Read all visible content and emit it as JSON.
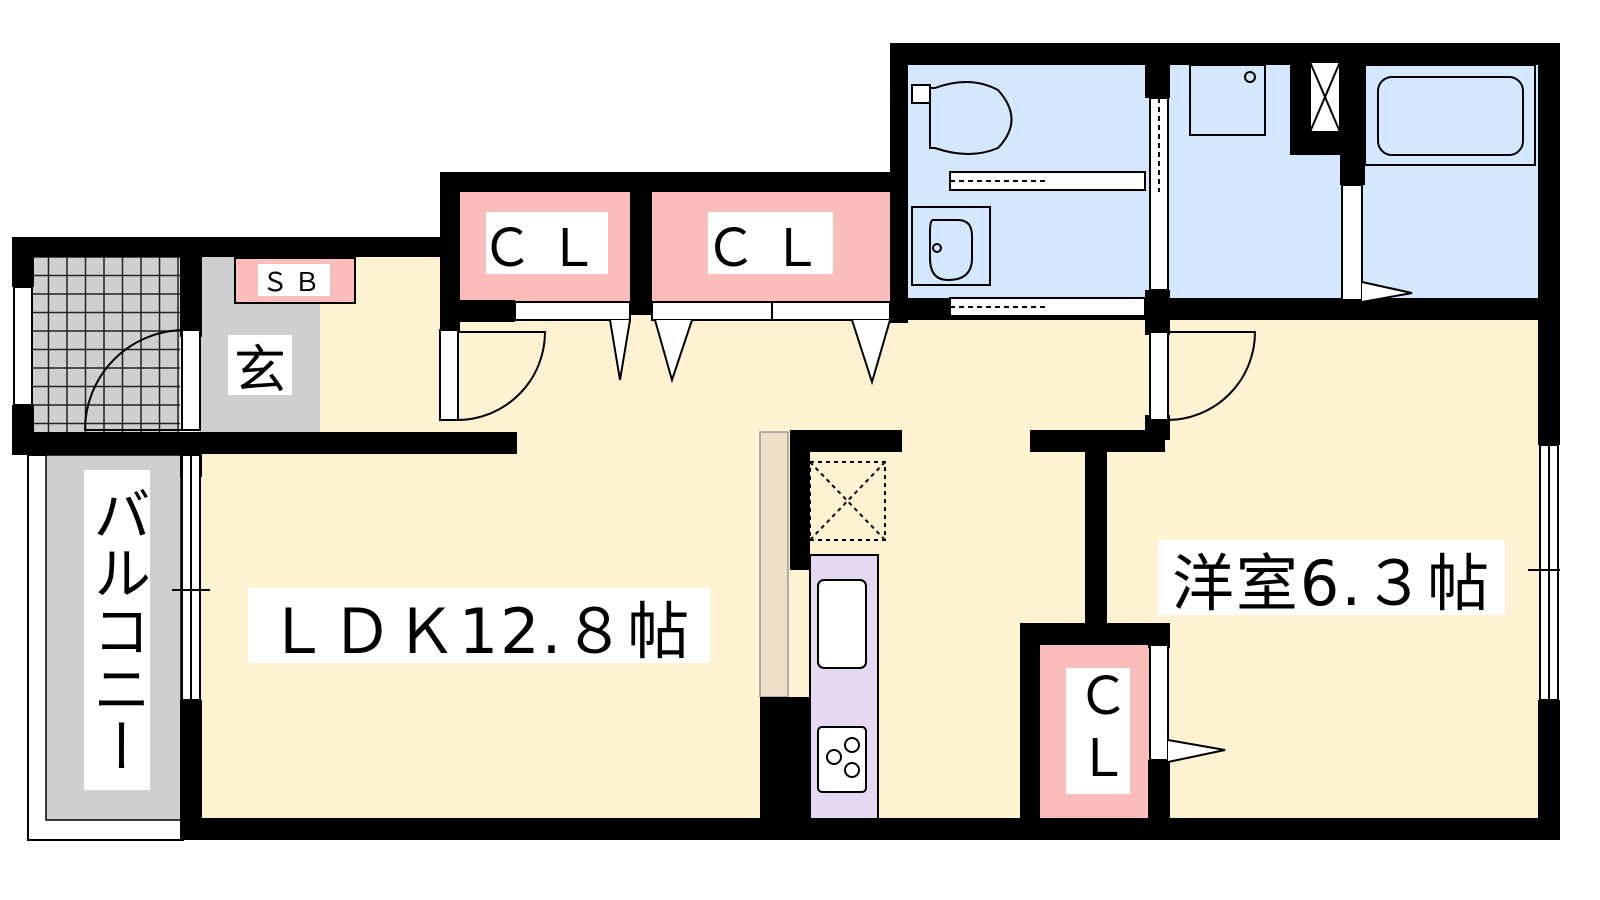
{
  "rooms": {
    "ldk": "ＬＤＫ12.８帖",
    "western": "洋室6.３帖",
    "closet_left": "ＣＬ",
    "closet_mid": "ＣＬ",
    "closet_bedroom": "ＣＬ",
    "entrance": "玄",
    "shoe_box": "ＳＢ",
    "balcony": "バルコニー"
  },
  "colors": {
    "living": "#fdf2d2",
    "closet": "#fbbcbc",
    "wet_area": "#d4e7fc",
    "kitchen": "#e6d7f2",
    "entrance": "#cfcfcf",
    "balcony": "#cfcfcf",
    "wall": "#000000"
  },
  "icons": [
    "toilet-icon",
    "washbasin-icon",
    "sink-icon",
    "stove-icon",
    "bathtub-icon",
    "washing-machine-icon",
    "refrigerator-space-icon"
  ]
}
